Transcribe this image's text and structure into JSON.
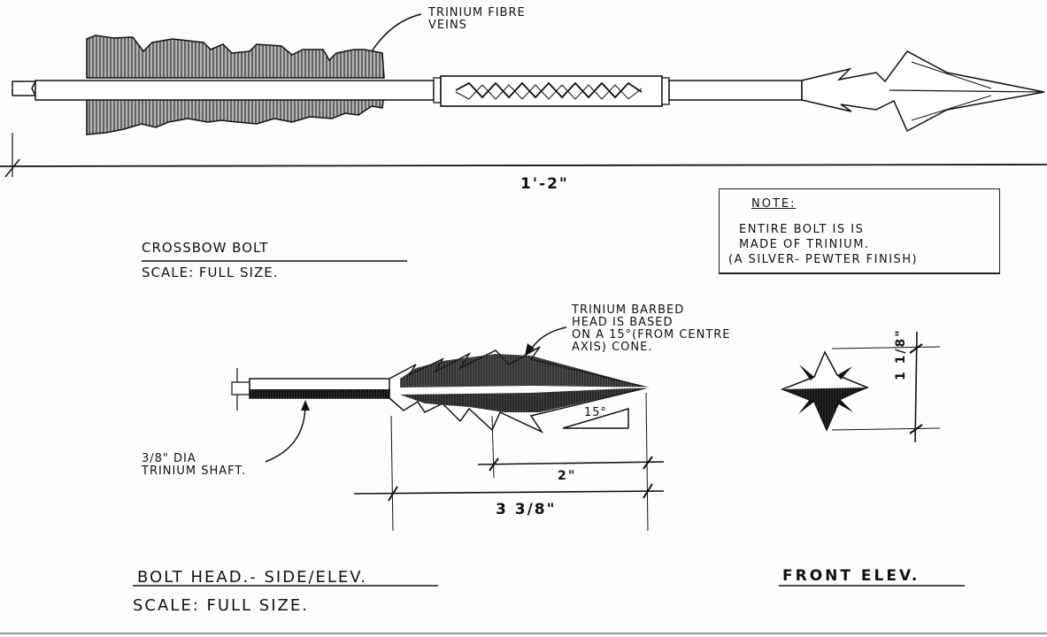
{
  "labels": {
    "fibre_callout": [
      "TRINIUM FIBRE",
      "VEINS"
    ],
    "overall_length": "1'-2\"",
    "title": "CROSSBOW BOLT",
    "title_scale": "SCALE: FULL SIZE.",
    "note": {
      "heading": "NOTE:",
      "lines": [
        "ENTIRE BOLT IS IS",
        "MADE OF TRINIUM.",
        "(A SILVER- PEWTER FINISH)"
      ]
    },
    "head_callout": [
      "TRINIUM BARBED",
      "HEAD IS BASED",
      "ON A 15°(FROM CENTRE",
      "AXIS) CONE."
    ],
    "angle": "15°",
    "shaft_callout": [
      "3/8\" DIA",
      "TRINIUM SHAFT."
    ],
    "dim_head": "2\"",
    "dim_total": "3 3/8\"",
    "dim_front": "1 1/8\"",
    "side_title": "BOLT HEAD.- SIDE/ELEV.",
    "side_scale": "SCALE: FULL SIZE.",
    "front_title": "FRONT ELEV."
  }
}
